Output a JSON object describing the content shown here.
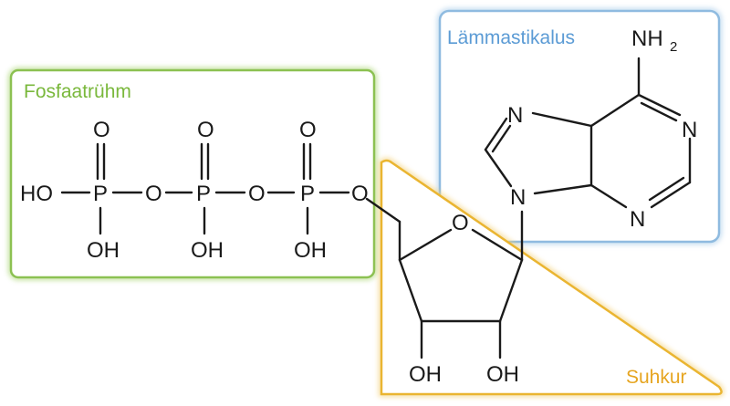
{
  "regions": {
    "phosphate": {
      "label": "Fosfaatrühm",
      "color": "#7ab83c"
    },
    "base": {
      "label": "Lämmastikalus",
      "color": "#5b9bd5"
    },
    "sugar": {
      "label": "Suhkur",
      "color": "#e6a520"
    }
  },
  "atoms": {
    "oxygen": "O",
    "phosphorus": "P",
    "hydroxyl_left": "HO",
    "hydroxyl": "OH",
    "nitrogen": "N",
    "amino": "NH",
    "amino_subscript": "2"
  }
}
